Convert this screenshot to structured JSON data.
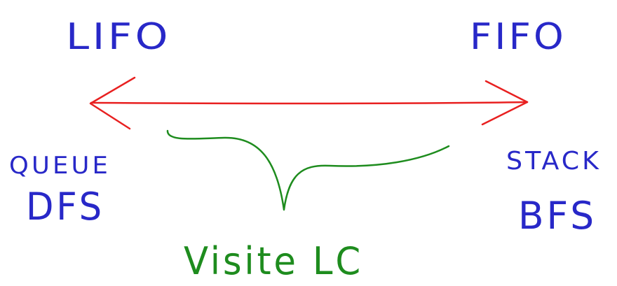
{
  "labels": {
    "left_top": "LIFO",
    "right_top": "FIFO",
    "left_bottom_1": "QUEUE",
    "left_bottom_2": "DFS",
    "right_bottom_1": "STACK",
    "right_bottom_2": "BFS",
    "brace_label": "Visite LC"
  },
  "colors": {
    "label": "#2828c8",
    "arrow": "#e82020",
    "brace": "#1e8c1e"
  }
}
